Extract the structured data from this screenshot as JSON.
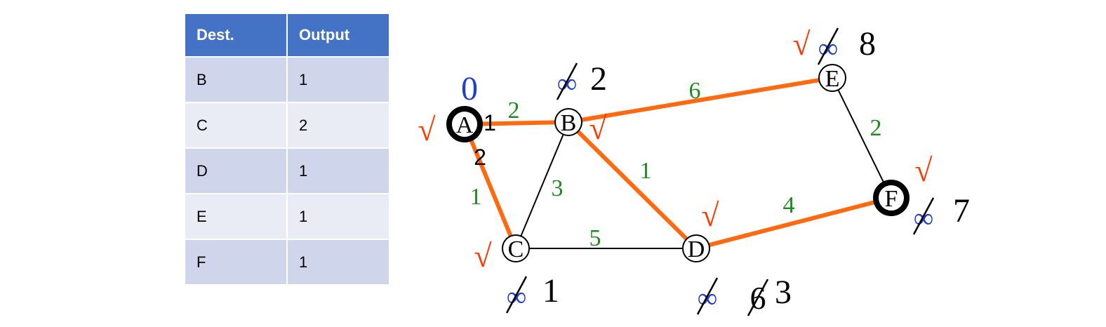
{
  "table": {
    "headers": [
      "Dest.",
      "Output"
    ],
    "rows": [
      [
        "B",
        "1"
      ],
      [
        "C",
        "2"
      ],
      [
        "D",
        "1"
      ],
      [
        "E",
        "1"
      ],
      [
        "F",
        "1"
      ]
    ]
  },
  "graph": {
    "nodes": [
      {
        "id": "A",
        "label": "A",
        "thick": true
      },
      {
        "id": "B",
        "label": "B",
        "thick": false
      },
      {
        "id": "C",
        "label": "C",
        "thick": false
      },
      {
        "id": "D",
        "label": "D",
        "thick": false
      },
      {
        "id": "E",
        "label": "E",
        "thick": false
      },
      {
        "id": "F",
        "label": "F",
        "thick": true
      }
    ],
    "edges": [
      {
        "from": "A",
        "to": "B",
        "weight": "2",
        "highlighted": true
      },
      {
        "from": "A",
        "to": "C",
        "weight": "1",
        "highlighted": true
      },
      {
        "from": "B",
        "to": "C",
        "weight": "3",
        "highlighted": false
      },
      {
        "from": "B",
        "to": "D",
        "weight": "1",
        "highlighted": true
      },
      {
        "from": "B",
        "to": "E",
        "weight": "6",
        "highlighted": true
      },
      {
        "from": "C",
        "to": "D",
        "weight": "5",
        "highlighted": false
      },
      {
        "from": "D",
        "to": "F",
        "weight": "4",
        "highlighted": true
      },
      {
        "from": "E",
        "to": "F",
        "weight": "2",
        "highlighted": false
      }
    ],
    "port_labels": [
      {
        "node": "A",
        "text": "1"
      },
      {
        "node": "A",
        "text": "2"
      }
    ],
    "distances": {
      "A": {
        "final": "0"
      },
      "B": {
        "crossed": [
          "∞"
        ],
        "final": "2"
      },
      "C": {
        "crossed": [
          "∞"
        ],
        "final": "1"
      },
      "D": {
        "crossed": [
          "∞",
          "6"
        ],
        "final": "3"
      },
      "E": {
        "crossed": [
          "∞"
        ],
        "final": "8"
      },
      "F": {
        "crossed": [
          "∞"
        ],
        "final": "7"
      }
    },
    "check_mark": "√",
    "colors": {
      "highlight_edge": "#ff6a10",
      "weight_text": "#1f8a1f",
      "infinity": "#1f3fd0",
      "source_distance": "#1f3fd0",
      "check": "#ff3a00",
      "ink": "#000000"
    }
  }
}
